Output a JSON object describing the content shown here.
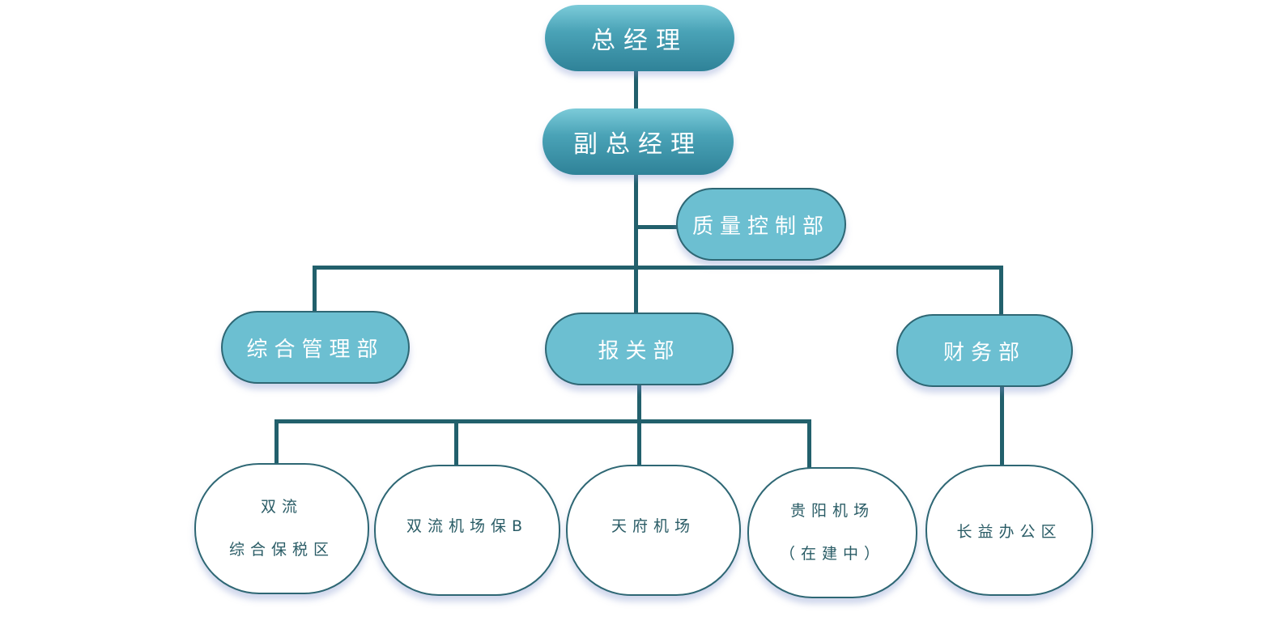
{
  "colors": {
    "connector": "#22606c",
    "top_gradient": [
      "#7ccbd9",
      "#2f8298"
    ],
    "dept_fill": "#6cbfd1",
    "node_border": "#2e6774",
    "leaf_text": "#2a5c66"
  },
  "nodes": {
    "gm": "总经理",
    "deputy_gm": "副总经理",
    "quality": "质量控制部",
    "admin": "综合管理部",
    "customs": "报关部",
    "finance": "财务部",
    "shuangliu_zone": {
      "line1": "双流",
      "line2": "综合保税区"
    },
    "shuangliu_airport": "双流机场保B",
    "tianfu_airport": "天府机场",
    "guiyang_airport": {
      "line1": "贵阳机场",
      "line2": "（在建中）"
    },
    "changyi_office": "长益办公区"
  }
}
